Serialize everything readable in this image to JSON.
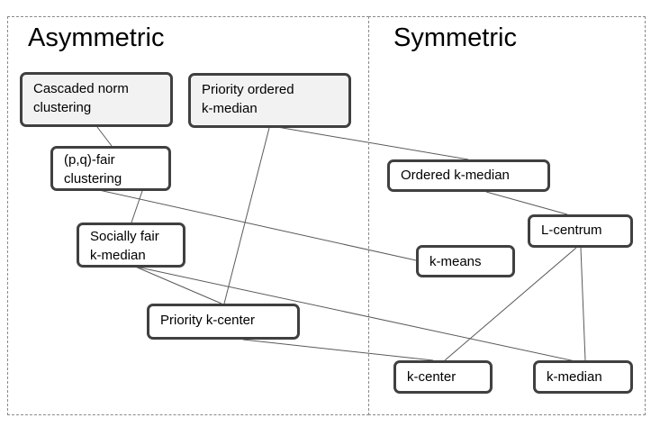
{
  "regions": [
    {
      "id": "asymmetric",
      "label": "Asymmetric"
    },
    {
      "id": "symmetric",
      "label": "Symmetric"
    }
  ],
  "nodes": [
    {
      "id": "cascaded",
      "label": "Cascaded norm\nclustering",
      "shaded": true
    },
    {
      "id": "priority-ordered",
      "label": "Priority ordered\nk-median",
      "shaded": true
    },
    {
      "id": "pq-fair",
      "label": "(p,q)-fair\nclustering",
      "shaded": false
    },
    {
      "id": "socially-fair",
      "label": "Socially fair\nk-median",
      "shaded": false
    },
    {
      "id": "priority-kcenter",
      "label": "Priority k-center",
      "shaded": false
    },
    {
      "id": "ordered-kmedian",
      "label": "Ordered k-median",
      "shaded": false
    },
    {
      "id": "l-centrum",
      "label": "L-centrum",
      "shaded": false
    },
    {
      "id": "k-means",
      "label": "k-means",
      "shaded": false
    },
    {
      "id": "k-center",
      "label": "k-center",
      "shaded": false
    },
    {
      "id": "k-median",
      "label": "k-median",
      "shaded": false
    }
  ],
  "edges": [
    {
      "from": "cascaded",
      "to": "pq-fair"
    },
    {
      "from": "pq-fair",
      "to": "socially-fair"
    },
    {
      "from": "pq-fair",
      "to": "k-means"
    },
    {
      "from": "priority-ordered",
      "to": "priority-kcenter"
    },
    {
      "from": "priority-ordered",
      "to": "ordered-kmedian"
    },
    {
      "from": "ordered-kmedian",
      "to": "l-centrum"
    },
    {
      "from": "socially-fair",
      "to": "priority-kcenter"
    },
    {
      "from": "socially-fair",
      "to": "k-median"
    },
    {
      "from": "priority-kcenter",
      "to": "k-center"
    },
    {
      "from": "l-centrum",
      "to": "k-center"
    },
    {
      "from": "l-centrum",
      "to": "k-median"
    }
  ]
}
